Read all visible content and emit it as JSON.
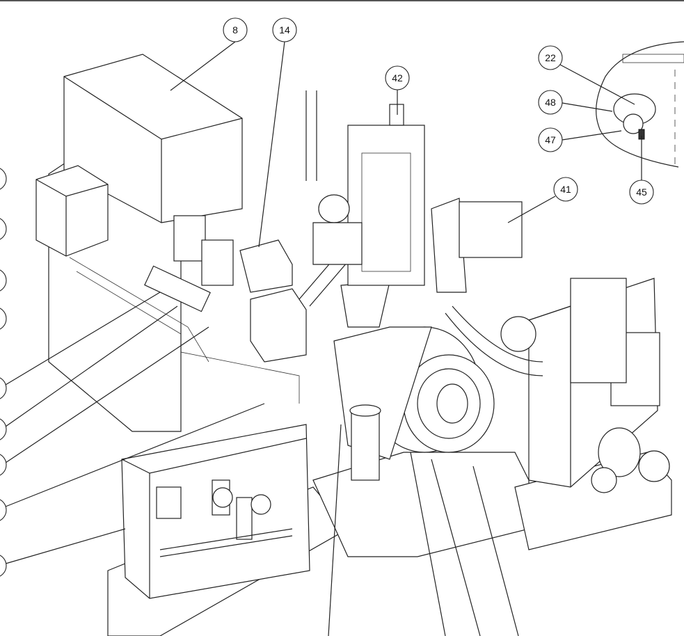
{
  "drawing": {
    "title": "Turbine skid assembly isometric view",
    "callouts": [
      "8",
      "14",
      "42",
      "22",
      "48",
      "47",
      "45",
      "41"
    ]
  }
}
